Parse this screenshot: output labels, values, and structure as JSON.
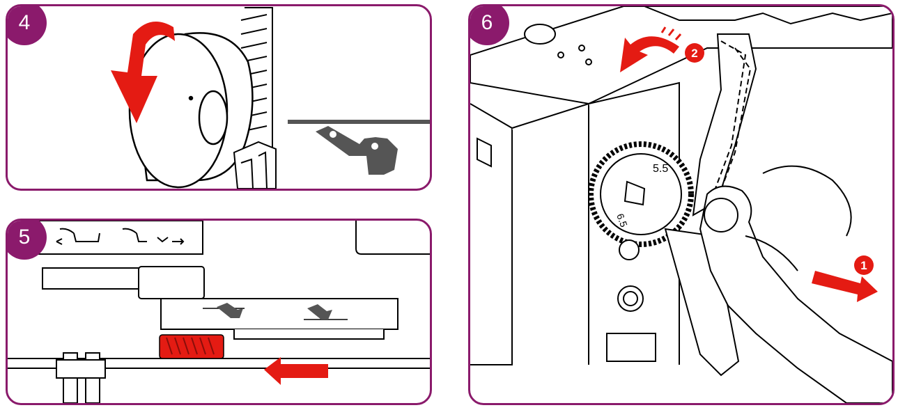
{
  "colors": {
    "frame": "#8a1a6b",
    "badge": "#8b1a6c",
    "arrow": "#e41b13",
    "line": "#000000"
  },
  "steps": [
    {
      "number": "4"
    },
    {
      "number": "5"
    },
    {
      "number": "6"
    }
  ],
  "step6": {
    "dial_value_top": "5.5",
    "dial_value_bottom": "6.5",
    "marker_1": "1",
    "marker_2": "2"
  }
}
